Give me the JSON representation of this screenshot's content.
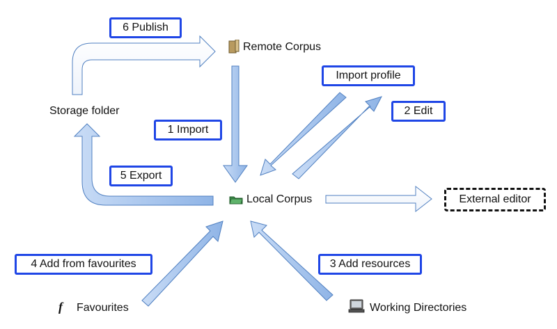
{
  "nodes": {
    "remote_corpus": "Remote Corpus",
    "local_corpus": "Local Corpus",
    "storage_folder": "Storage folder",
    "external_editor": "External editor",
    "favourites": "Favourites",
    "favourites_glyph": "f",
    "working_directories": "Working Directories"
  },
  "steps": {
    "import": "1  Import",
    "edit": "2 Edit",
    "add_resources": "3 Add resources",
    "add_from_favourites": "4 Add from favourites",
    "export": "5 Export",
    "publish": "6 Publish",
    "import_profile": "Import profile"
  },
  "colors": {
    "arrow_fill": "#a7c7ef",
    "arrow_stroke": "#4f7fc0",
    "box_border": "#1f46e6"
  }
}
